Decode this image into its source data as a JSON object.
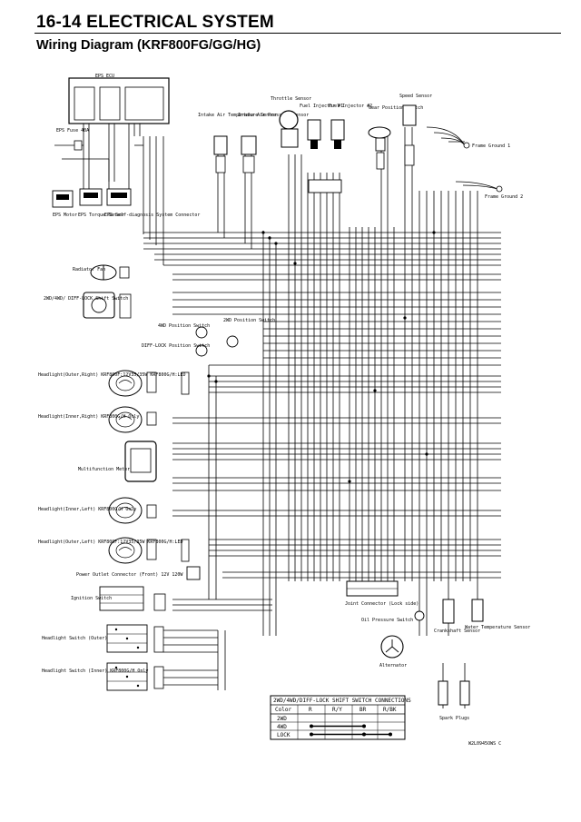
{
  "header": {
    "section": "16-14 ELECTRICAL SYSTEM",
    "title": "Wiring Diagram (KRF800FG/GG/HG)"
  },
  "components": {
    "eps_ecu": "EPS ECU",
    "eps_fuse": "EPS Fuse 40A",
    "eps_motor": "EPS Motor",
    "eps_torque": "EPS Torque Sensor",
    "eps_diag": "EPS Self-diagnosis System Connector",
    "intake_air_temp": "Intake Air Temperature Sensor",
    "intake_air_press": "Intake Air Pressure Sensor",
    "throttle": "Throttle Sensor",
    "fuel_inj1": "Fuel Injector #1",
    "fuel_inj2": "Fuel Injector #2",
    "gear_pos": "Gear Position Switch",
    "speed": "Speed Sensor",
    "frame_ground1": "Frame Ground 1",
    "frame_ground2": "Frame Ground 2",
    "radiator_fan": "Radiator Fan",
    "shift_switch": "2WD/4WD/ DIFF-LOCK Shift Switch",
    "pos_4wd": "4WD Position Switch",
    "pos_2wd": "2WD Position Switch",
    "difflock_pos": "DIFF-LOCK Position Switch",
    "hl_outer_right": "Headlight(Outer,Right) KRF800F:12V35/35W KRF800G/H:LED",
    "hl_inner_right": "Headlight(Inner,Right) KRF800G/H Only",
    "meter": "Multifunction Meter",
    "hl_inner_left": "Headlight(Inner,Left) KRF800G/H Only",
    "hl_outer_left": "Headlight(Outer,Left) KRF800F:12V35/35W KRF800G/H:LED",
    "power_outlet": "Power Outlet Connector (Front) 12V 120W",
    "ignition": "Ignition Switch",
    "hl_switch_outer": "Headlight Switch (Outer)",
    "hl_switch_inner": "Headlight Switch (Inner) KRF800G/H Only",
    "joint_connector": "Joint Connector (Lock side)",
    "oil_pressure": "Oil Pressure Switch",
    "alternator": "Alternator",
    "crankshaft": "Crankshaft Sensor",
    "water_temp": "Water Temperature Sensor",
    "spark_plugs": "Spark Plugs"
  },
  "switch_table": {
    "title": "2WD/4WD/DIFF-LOCK SHIFT SWITCH CONNECTIONS",
    "headers": [
      "Color",
      "R",
      "R/Y",
      "BR",
      "R/BK"
    ],
    "rows": [
      "2WD",
      "4WD",
      "LOCK"
    ]
  },
  "figure_code": "W2L0945OWS C"
}
